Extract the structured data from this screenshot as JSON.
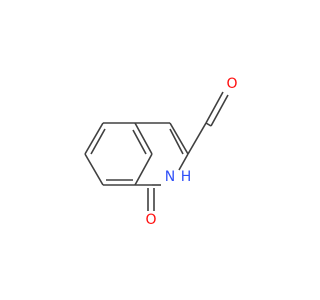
{
  "molecule": {
    "atoms": {
      "aldehyde_oxygen": {
        "symbol": "O",
        "color": "#ff0d0d"
      },
      "ring_nitrogen": {
        "symbol": "N",
        "color": "#3050f8"
      },
      "ring_nitrogen_h": {
        "symbol": "H",
        "color": "#3050f8"
      },
      "carbonyl_oxygen": {
        "symbol": "O",
        "color": "#ff0d0d"
      }
    },
    "bond_color": "#404040"
  }
}
